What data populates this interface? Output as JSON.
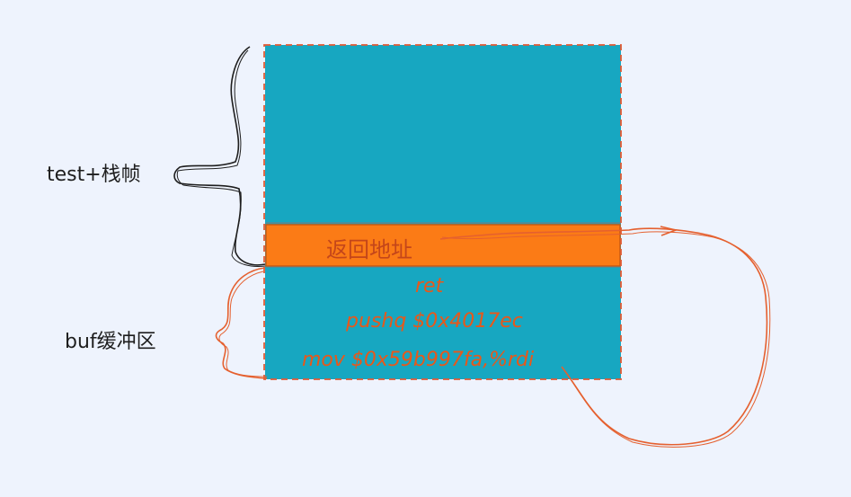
{
  "labels": {
    "test_frame": "test+栈帧",
    "buf": "buf缓冲区",
    "return_address": "返回地址"
  },
  "code_lines": [
    "ret",
    "pushq $0x4017ec",
    "mov $0x59b997fa,%rdi"
  ],
  "colors": {
    "background": "#eef3fd",
    "stack": "#17a7c1",
    "return_band": "#fb7b16",
    "dashed_border": "#e05a35",
    "annotation": "#e8581a",
    "bracket": "#1e1e1e",
    "arrow": "#e5602f"
  }
}
